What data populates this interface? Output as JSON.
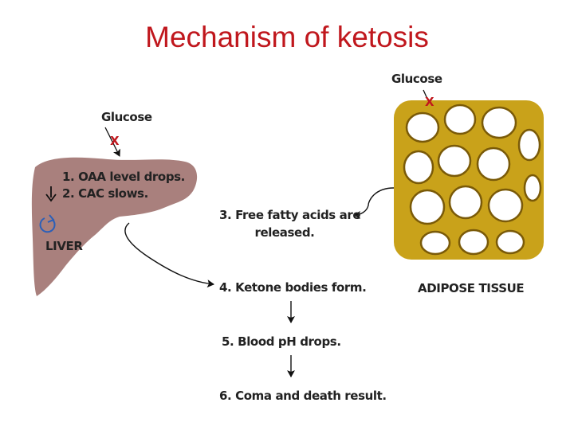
{
  "title": "Mechanism of ketosis",
  "liver": {
    "glucose_label": "Glucose",
    "blocked_mark": "X",
    "step1": "1. OAA level drops.",
    "step2": "2. CAC slows.",
    "organ_label": "LIVER"
  },
  "adipose": {
    "glucose_label": "Glucose",
    "blocked_mark": "X",
    "tissue_label": "ADIPOSE TISSUE"
  },
  "steps": {
    "step3_line1": "3. Free fatty acids are",
    "step3_line2": "released.",
    "step4": "4. Ketone bodies form.",
    "step5": "5. Blood pH drops.",
    "step6": "6. Coma and death result."
  },
  "colors": {
    "title": "#c0171d",
    "liver_fill": "#a9807d",
    "adipose_fill": "#c9a21a",
    "adipose_dark": "#7a5a08",
    "cycle_icon": "#2b5fb8",
    "blocked_mark": "#c0171d"
  },
  "icons": [
    "down-arrow-icon",
    "cycle-icon",
    "curved-arrow-icon"
  ]
}
